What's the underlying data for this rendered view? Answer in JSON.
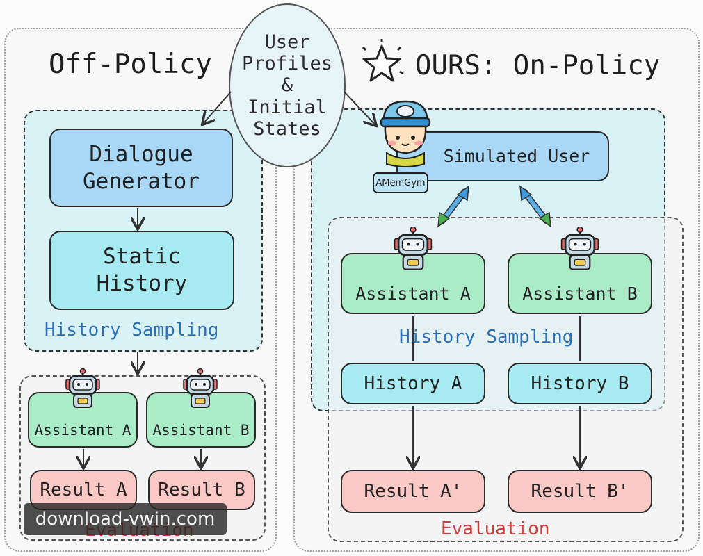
{
  "ellipse_text": "User\nProfiles\n&\nInitial\nStates",
  "left": {
    "title": "Off-Policy",
    "dialogue_generator": "Dialogue\nGenerator",
    "static_history": "Static\nHistory",
    "history_sampling": "History Sampling",
    "assistant_a": "Assistant A",
    "assistant_b": "Assistant B",
    "result_a": "Result A",
    "result_b": "Result B",
    "evaluation": "Evaluation"
  },
  "right": {
    "title": "OURS: On-Policy",
    "simulated_user": "Simulated User",
    "amemgym_badge": "AMemGym",
    "assistant_a": "Assistant A",
    "assistant_b": "Assistant B",
    "history_sampling": "History Sampling",
    "history_a": "History A",
    "history_b": "History B",
    "result_a": "Result A'",
    "result_b": "Result B'",
    "evaluation": "Evaluation"
  },
  "watermark": "download-vwin.com",
  "icons": {
    "star": "star-icon",
    "robot": "robot-icon",
    "user": "simulated-user-avatar",
    "exchange": "double-arrow-icon"
  },
  "colors": {
    "blue_box": "#a9d8f6",
    "cyan_box": "#a8eaf2",
    "green_box": "#a9ecc7",
    "red_box": "#fbc9c5",
    "label_blue": "#2b6fb8",
    "label_red": "#d23a3a"
  }
}
